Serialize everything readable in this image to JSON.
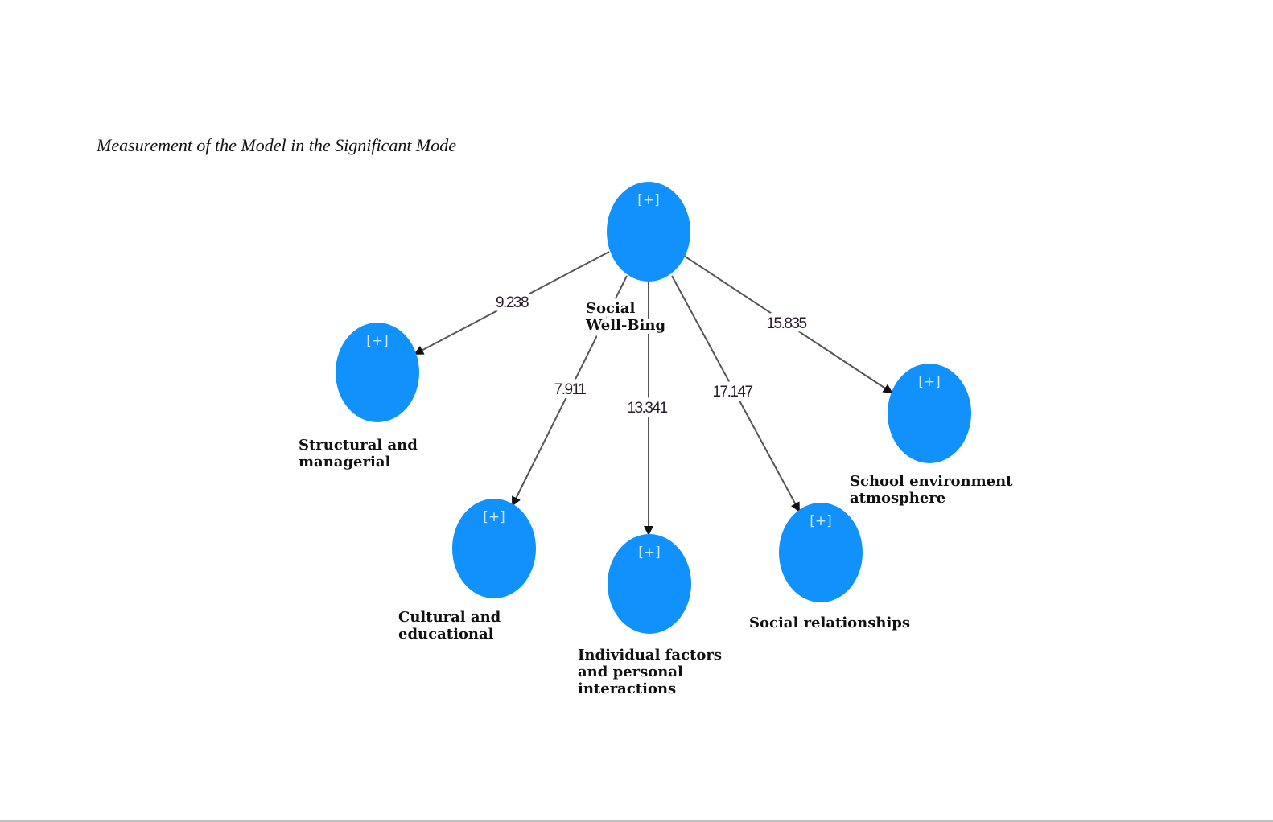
{
  "caption": "Measurement of the Model in the Significant Mode",
  "colors": {
    "node": "#1191fb",
    "edge": "#555555"
  },
  "expand_symbol": "[+]",
  "diagram": {
    "root": {
      "id": "social-well-being",
      "label_lines": [
        "Social",
        "Well-Bing"
      ]
    },
    "children": [
      {
        "id": "structural-and-managerial",
        "label_lines": [
          "Structural and",
          "managerial"
        ],
        "t_value": "9.238"
      },
      {
        "id": "cultural-and-educational",
        "label_lines": [
          "Cultural and",
          "educational"
        ],
        "t_value": "7.911"
      },
      {
        "id": "individual-factors",
        "label_lines": [
          "Individual factors",
          "and personal",
          "interactions"
        ],
        "t_value": "13.341"
      },
      {
        "id": "social-relationships",
        "label_lines": [
          "Social relationships"
        ],
        "t_value": "17.147"
      },
      {
        "id": "school-environment-atmosphere",
        "label_lines": [
          "School environment",
          "atmosphere"
        ],
        "t_value": "15.835"
      }
    ]
  }
}
